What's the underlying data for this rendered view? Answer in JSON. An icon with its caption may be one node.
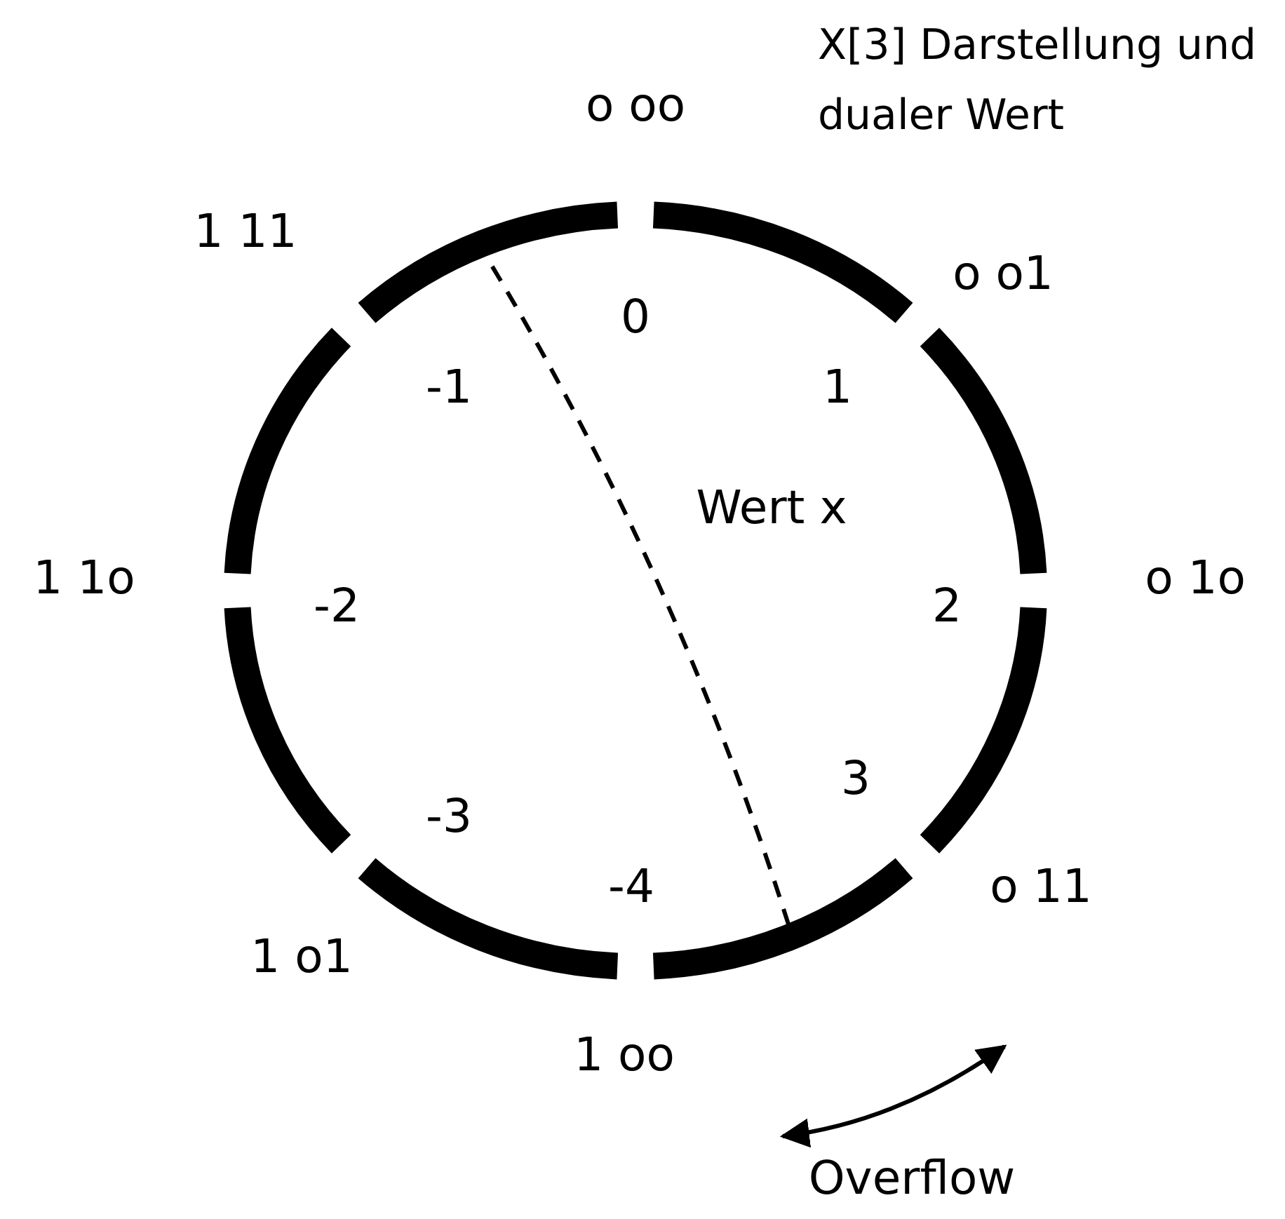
{
  "diagram": {
    "labels": [
      "o oo",
      "X[3] Darstellung und dualer Wert",
      "1 11",
      "o o1",
      "0",
      "-1",
      "1",
      "Wert x",
      "1 1o",
      "-2",
      "2",
      "o 1o",
      "3",
      "-3",
      "-4",
      "o 11",
      "1 o1",
      "1 oo",
      "Overflow"
    ]
  }
}
